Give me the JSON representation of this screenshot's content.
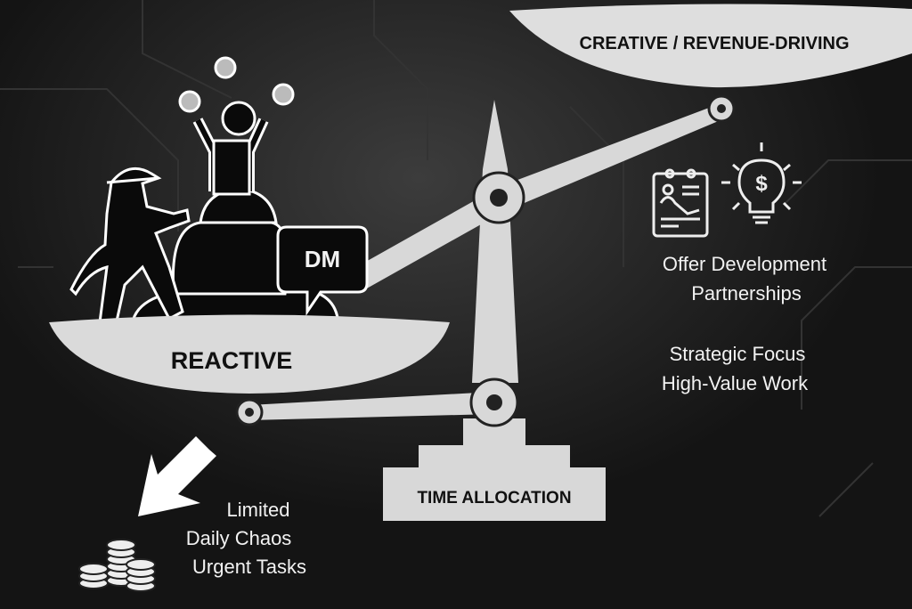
{
  "scale": {
    "right_pan_label": "CREATIVE / REVENUE-DRIVING",
    "left_pan_label": "REACTIVE",
    "base_label": "TIME ALLOCATION",
    "chat_bubble_text": "DM"
  },
  "right_side": {
    "line1": "Offer Development",
    "line2": "Partnerships",
    "line3": "Strategic Focus",
    "line4": "High-Value Work",
    "icons": [
      "clipboard-chart-icon",
      "lightbulb-dollar-icon"
    ]
  },
  "left_bottom": {
    "line1": "Limited",
    "line2": "Daily Chaos",
    "line3": "Urgent Tasks",
    "icons": [
      "arrow-down-left-icon",
      "coin-stacks-icon"
    ]
  },
  "colors": {
    "background": "#1e1e1e",
    "scale": "#dcdcdc",
    "figures": "#0a0a0a"
  }
}
